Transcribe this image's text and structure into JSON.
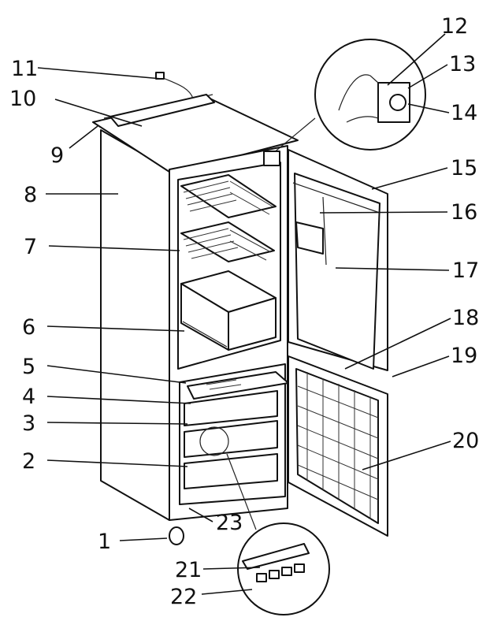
{
  "callouts": [
    {
      "id": "1",
      "text": "1"
    },
    {
      "id": "2",
      "text": "2"
    },
    {
      "id": "3",
      "text": "3"
    },
    {
      "id": "4",
      "text": "4"
    },
    {
      "id": "5",
      "text": "5"
    },
    {
      "id": "6",
      "text": "6"
    },
    {
      "id": "7",
      "text": "7"
    },
    {
      "id": "8",
      "text": "8"
    },
    {
      "id": "9",
      "text": "9"
    },
    {
      "id": "10",
      "text": "10"
    },
    {
      "id": "11",
      "text": "11"
    },
    {
      "id": "12",
      "text": "12"
    },
    {
      "id": "13",
      "text": "13"
    },
    {
      "id": "14",
      "text": "14"
    },
    {
      "id": "15",
      "text": "15"
    },
    {
      "id": "16",
      "text": "16"
    },
    {
      "id": "17",
      "text": "17"
    },
    {
      "id": "18",
      "text": "18"
    },
    {
      "id": "19",
      "text": "19"
    },
    {
      "id": "20",
      "text": "20"
    },
    {
      "id": "21",
      "text": "21"
    },
    {
      "id": "22",
      "text": "22"
    },
    {
      "id": "23",
      "text": "23"
    }
  ]
}
